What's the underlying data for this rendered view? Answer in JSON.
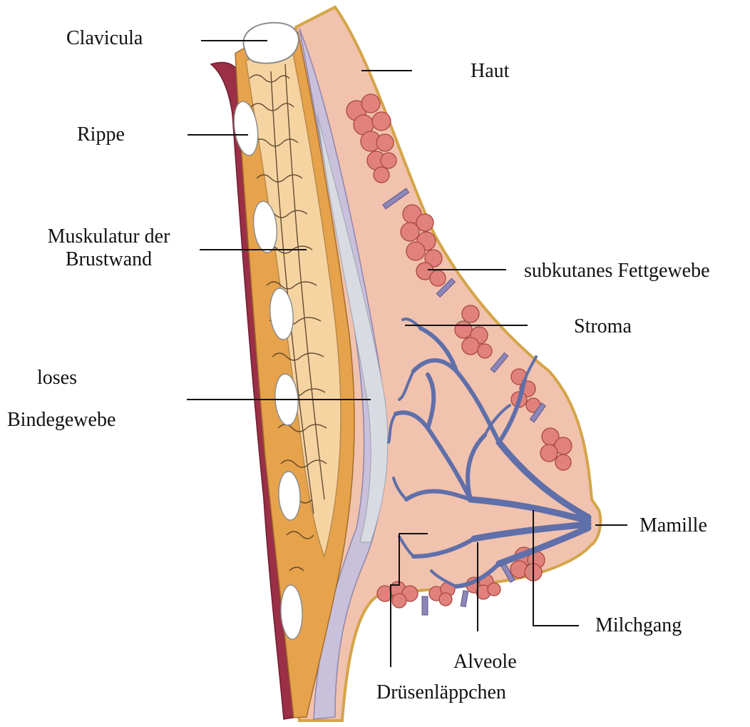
{
  "labels": {
    "clavicula": "Clavicula",
    "rippe": "Rippe",
    "muskulatur_1": "Muskulatur der",
    "muskulatur_2": "Brustwand",
    "loses": "loses",
    "bindegewebe": "Bindegewebe",
    "haut": "Haut",
    "subkutanes": "subkutanes Fettgewebe",
    "stroma": "Stroma",
    "mamille": "Mamille",
    "milchgang": "Milchgang",
    "alveole": "Alveole",
    "druesen": "Drüsenläppchen"
  },
  "colors": {
    "skin_fill": "#f1c2ae",
    "skin_outline": "#d4a548",
    "chest_wall": "#9a2f46",
    "muscle_dark": "#e6a34c",
    "muscle_light": "#f6d4a2",
    "fascia": "#c9c0dc",
    "ducts": "#5f6fa9",
    "fat_lobules": "#e0817c",
    "rib": "#ffffff"
  }
}
